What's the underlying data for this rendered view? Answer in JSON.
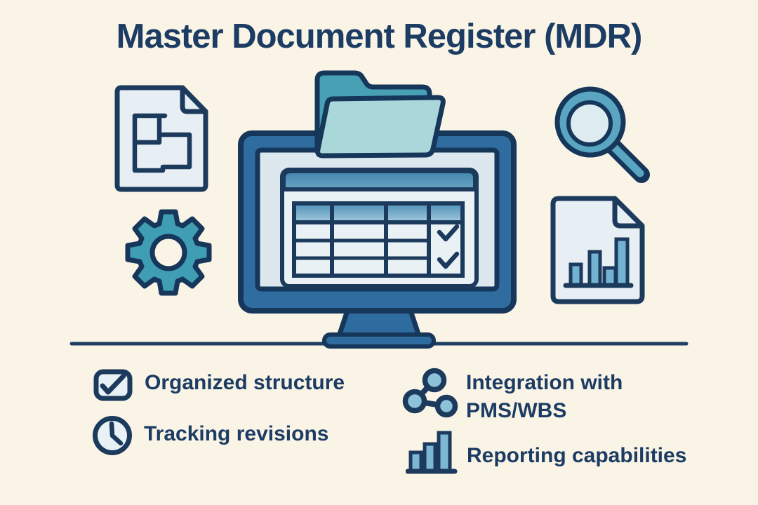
{
  "title": "Master Document Register (MDR)",
  "features": [
    {
      "icon": "checkbox-icon",
      "label": "Organized structure"
    },
    {
      "icon": "clock-icon",
      "label": "Tracking revisions"
    },
    {
      "icon": "share-network-icon",
      "label": "Integration with PMS/WBS"
    },
    {
      "icon": "bar-chart-icon",
      "label": "Reporting capabilities"
    }
  ],
  "illustration": {
    "monitor": "monitor showing document register table with checkmarks",
    "icons": [
      "blueprint-document-icon",
      "gear-icon",
      "folder-icon",
      "search-icon",
      "report-chart-document-icon"
    ]
  },
  "colors": {
    "background": "#faf4e7",
    "navy_outline": "#1b3a5c",
    "title_text": "#1c3c63",
    "monitor_blue": "#2f6da1",
    "window_header_blue": "#4184ac",
    "teal": "#43a0b7",
    "folder_front_teal": "#a9d7da",
    "light_blue_fill": "#7db7d4",
    "icon_surface": "#e7eff4"
  }
}
